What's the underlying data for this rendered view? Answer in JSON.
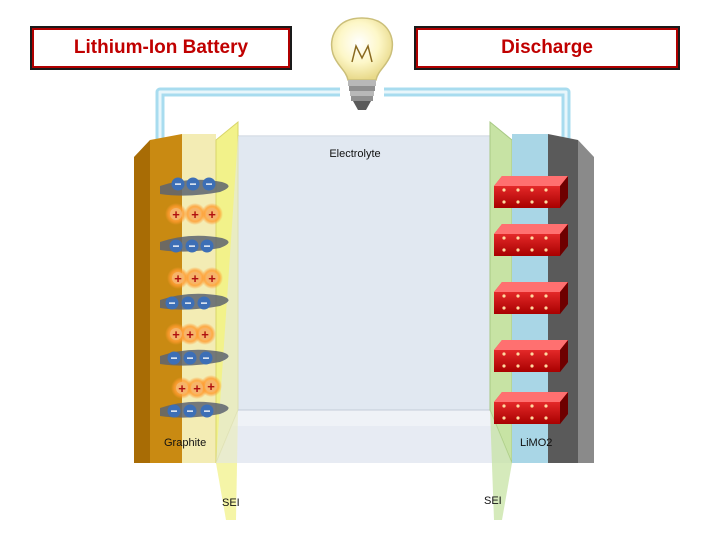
{
  "title_left": "Lithium-Ion Battery",
  "title_right": "Discharge",
  "labels": {
    "electrolyte": "Electrolyte",
    "anode": "Graphite",
    "cathode": "LiMO2",
    "sei_left": "SEI",
    "sei_right": "SEI"
  },
  "colors": {
    "title_text": "#c00000",
    "anode_collector": "#c98a12",
    "anode_layer": "#f3ecb4",
    "sei": "#f2f28a",
    "electrolyte": "#e1e8f1",
    "cathode_sei": "#c7e3a4",
    "cathode_layer": "#a9d6e6",
    "cathode_collector": "#6b6b6b",
    "wire": "#a8dcef",
    "cation": "#e02020",
    "electron": "#3d6fb6"
  },
  "icons": {
    "bulb": "light-bulb-icon",
    "electron": "minus-sign",
    "lithium_ion": "plus-sign"
  }
}
